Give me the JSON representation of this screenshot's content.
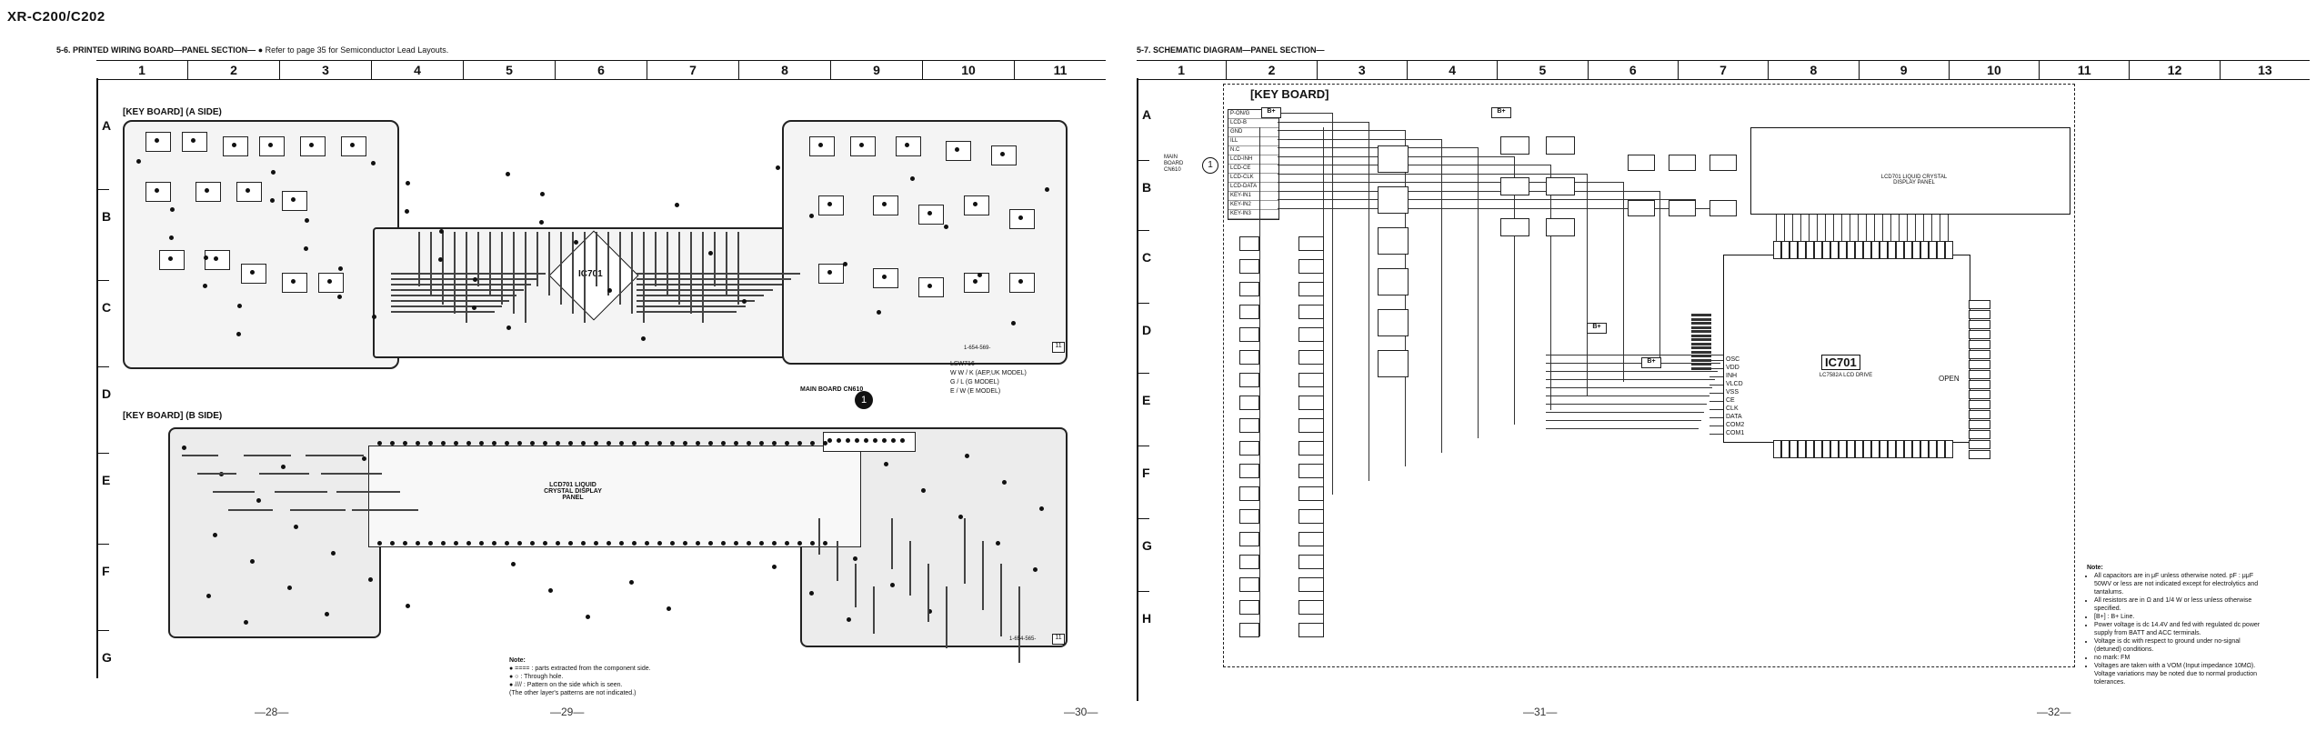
{
  "header": {
    "model": "XR-C200/C202"
  },
  "left": {
    "section_title": "5-6.  PRINTED WIRING BOARD—PANEL SECTION—",
    "section_note": "● Refer to page 35 for Semiconductor Lead Layouts.",
    "columns": [
      "1",
      "2",
      "3",
      "4",
      "5",
      "6",
      "7",
      "8",
      "9",
      "10",
      "11"
    ],
    "rows": [
      "A",
      "B",
      "C",
      "D",
      "E",
      "F",
      "G"
    ],
    "board_a_label": "[KEY BOARD] (A SIDE)",
    "board_b_label": "[KEY BOARD] (B SIDE)",
    "ic_label": "IC701",
    "lcd_label": "LCD701 LIQUID CRYSTAL DISPLAY PANEL",
    "main_board": "MAIN BOARD CN610",
    "model_key": [
      "LSW716",
      "W W / K  (AEP,UK MODEL)",
      "G / L  (G MODEL)",
      "E / W  (E MODEL)"
    ],
    "board_code_a": "1-654-569-",
    "board_code_b": "1-654-565-",
    "board_no": "11",
    "notes_title": "Note:",
    "notes": [
      "●  ====  : parts extracted from the component side.",
      "●  ○ : Through hole.",
      "●  ////  : Pattern on the side which is seen.",
      "(The other layer's patterns are not indicated.)"
    ],
    "pages": [
      "—28—",
      "—29—",
      "—30—"
    ]
  },
  "right": {
    "section_title": "5-7.  SCHEMATIC DIAGRAM—PANEL SECTION—",
    "columns": [
      "1",
      "2",
      "3",
      "4",
      "5",
      "6",
      "7",
      "8",
      "9",
      "10",
      "11",
      "12",
      "13"
    ],
    "rows": [
      "A",
      "B",
      "C",
      "D",
      "E",
      "F",
      "G",
      "H"
    ],
    "key_board": "[KEY BOARD]",
    "main_board": "MAIN BOARD CN610",
    "connector_pins": [
      "P-ON/G",
      "LCD-B",
      "GND",
      "ILL",
      "N.C",
      "LCD-INH",
      "LCD-CE",
      "LCD-CLK",
      "LCD-DATA",
      "KEY-IN1",
      "KEY-IN2",
      "KEY-IN3"
    ],
    "ic_name": "IC701",
    "ic_part": "LC7582A LCD DRIVE",
    "ic_pins_left": [
      "OSC",
      "VDD",
      "INH",
      "VLCD",
      "VSS",
      "CE",
      "CLK",
      "DATA",
      "COM2",
      "COM1"
    ],
    "lcd_label": "LCD701 LIQUID CRYSTAL DISPLAY PANEL",
    "open_label": "OPEN",
    "bplus": "B+",
    "notes_title": "Note:",
    "notes": [
      "All capacitors are in μF unless otherwise noted. pF : μμF 50WV or less are not indicated except for electrolytics and tantalums.",
      "All resistors are in Ω and 1/4 W or less unless otherwise specified.",
      "[B+] : B+ Line.",
      "Power voltage is dc 14.4V and fed with regulated dc power supply from BATT and ACC terminals.",
      "Voltage is dc with respect to ground under no-signal (detuned) conditions.",
      "no mark: FM",
      "Voltages are taken with a VOM (Input impedance 10MΩ). Voltage variations may be noted due to normal production tolerances."
    ],
    "pages": [
      "—31—",
      "—32—"
    ]
  }
}
